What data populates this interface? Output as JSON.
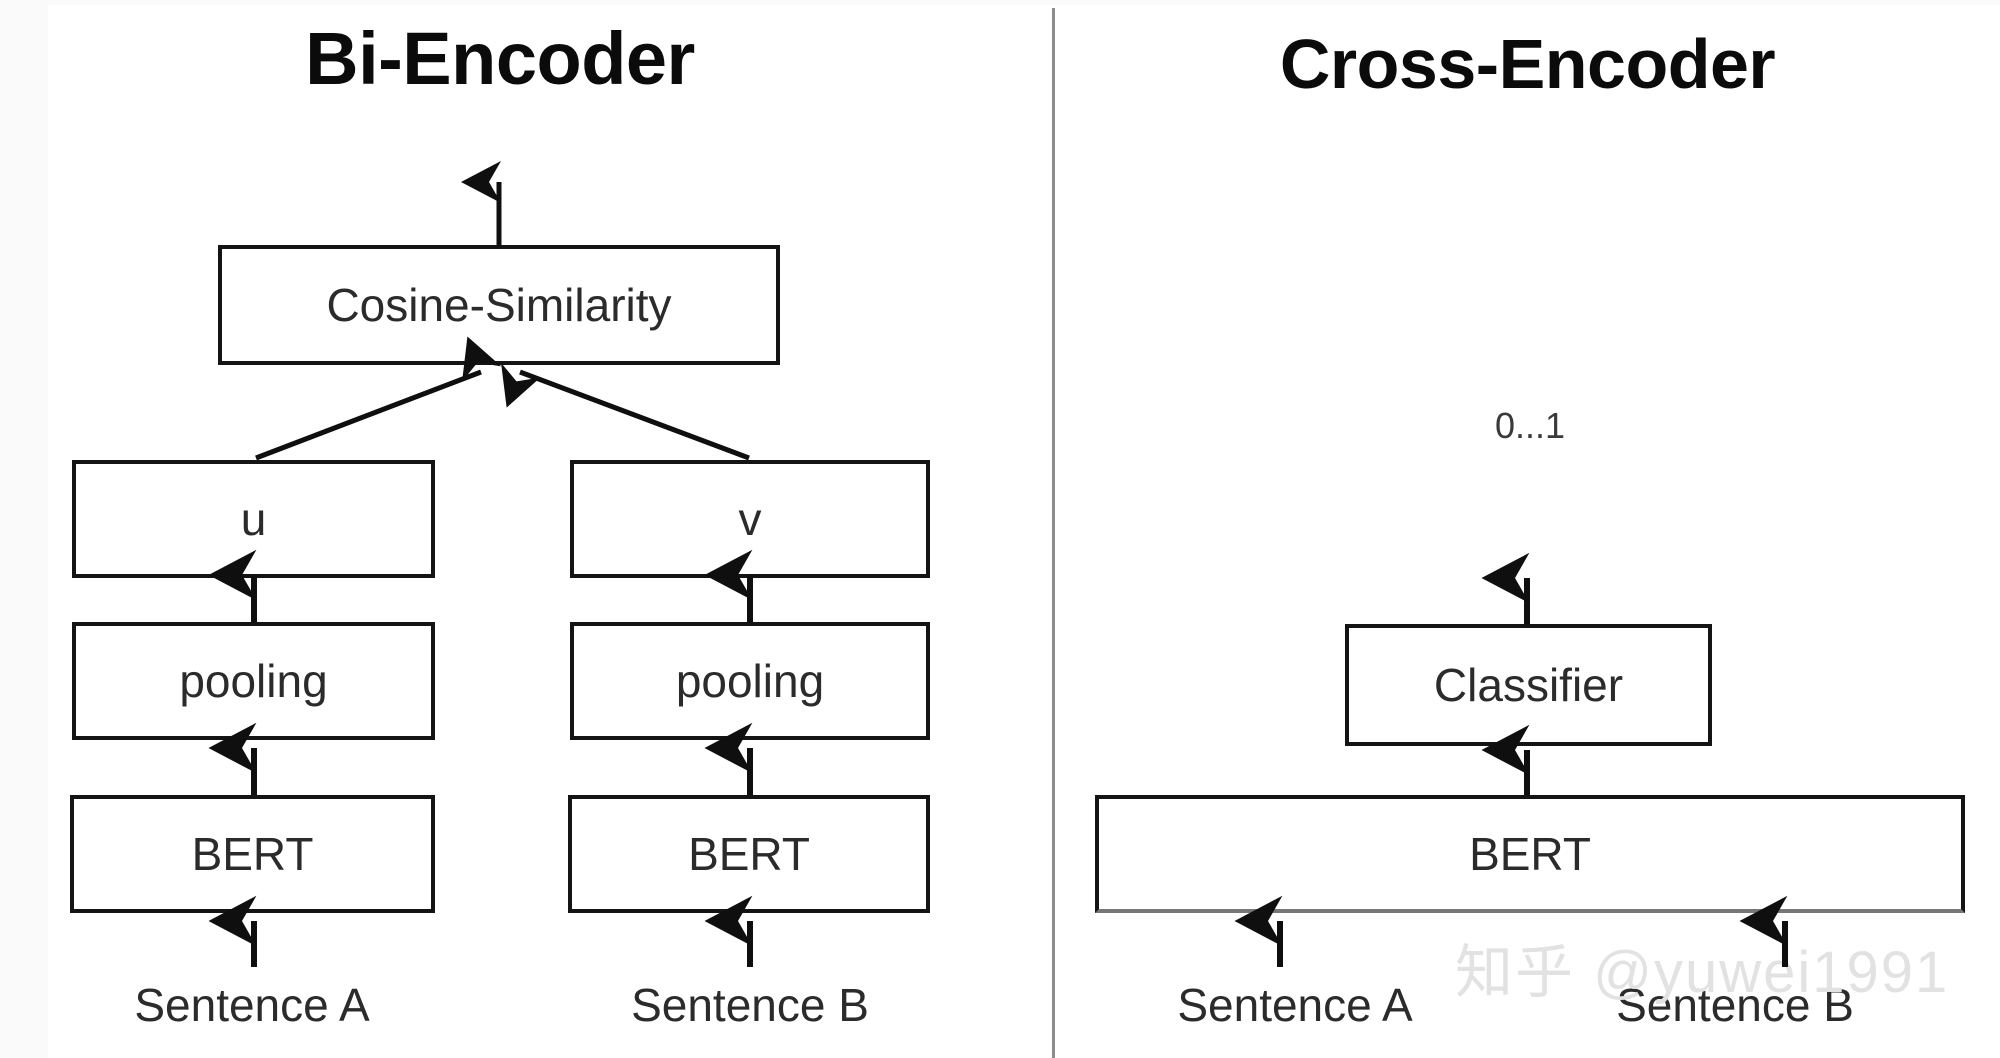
{
  "figure": {
    "background": "#ffffff",
    "line_color": "#141414",
    "text_color": "#2b2b2b",
    "divider_color": "#8c8c8c"
  },
  "panels": {
    "left": {
      "title": "Bi-Encoder",
      "boxes": {
        "cosine": "Cosine-Similarity",
        "u": "u",
        "v": "v",
        "pooling_a": "pooling",
        "pooling_b": "pooling",
        "bert_a": "BERT",
        "bert_b": "BERT"
      },
      "inputs": {
        "sentence_a": "Sentence A",
        "sentence_b": "Sentence B"
      }
    },
    "right": {
      "title": "Cross-Encoder",
      "output_label": "0...1",
      "boxes": {
        "classifier": "Classifier",
        "bert": "BERT"
      },
      "inputs": {
        "sentence_a": "Sentence A",
        "sentence_b": "Sentence B"
      }
    }
  },
  "watermark": {
    "text": "知乎 @yuwei1991",
    "color": "#e2e2e2"
  }
}
